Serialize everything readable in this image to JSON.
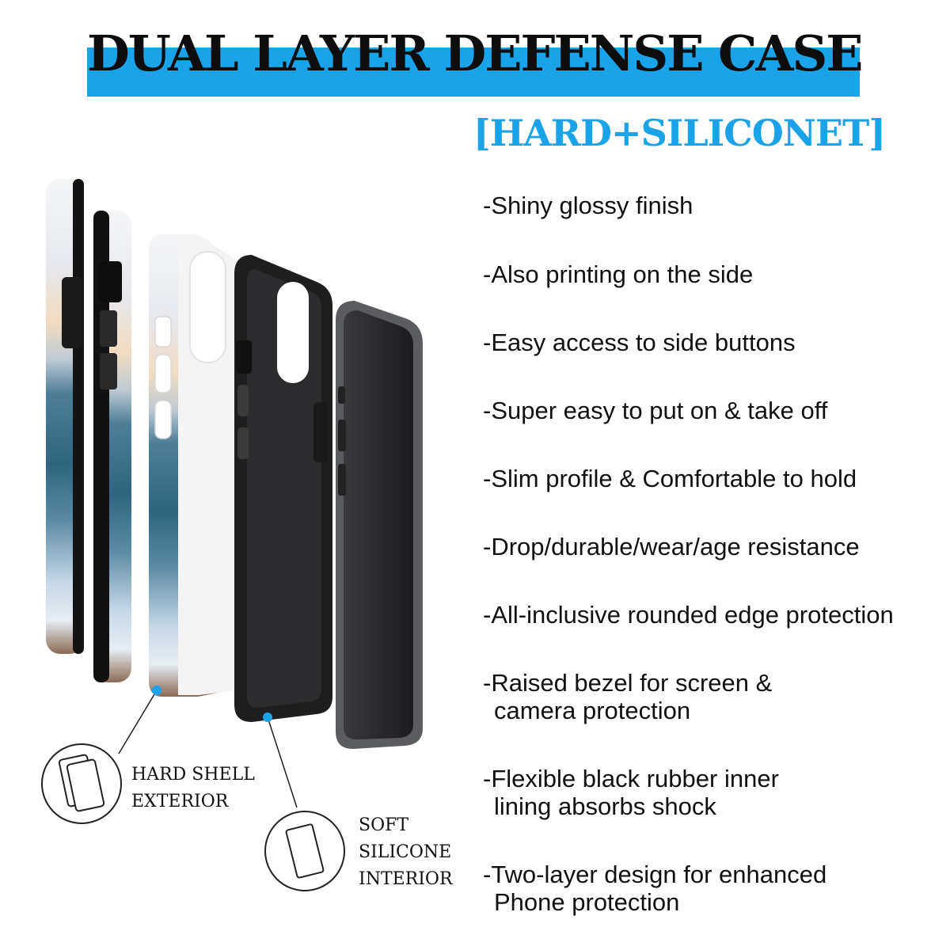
{
  "header": {
    "title": "DUAL LAYER DEFENSE CASE",
    "subtitle": "[HARD+SILICONET]",
    "accent_color": "#1aa3e8"
  },
  "features": [
    {
      "line1": "-Shiny glossy finish",
      "line2": ""
    },
    {
      "line1": "-Also printing on the side",
      "line2": ""
    },
    {
      "line1": "-Easy access to side buttons",
      "line2": ""
    },
    {
      "line1": "-Super easy to put on & take off",
      "line2": ""
    },
    {
      "line1": "-Slim profile & Comfortable to hold",
      "line2": ""
    },
    {
      "line1": "-Drop/durable/wear/age resistance",
      "line2": ""
    },
    {
      "line1": "-All-inclusive rounded edge protection",
      "line2": ""
    },
    {
      "line1": "-Raised bezel for screen &",
      "line2": "camera protection"
    },
    {
      "line1": "-Flexible black rubber inner",
      "line2": "lining absorbs shock"
    },
    {
      "line1": "-Two-layer design for enhanced",
      "line2": "Phone protection"
    }
  ],
  "callouts": {
    "hard_shell": {
      "line1": "HARD SHELL",
      "line2": "EXTERIOR",
      "icon": "hard-shell-icon"
    },
    "soft_silicone": {
      "line1": "SOFT",
      "line2": "SILICONE",
      "line3": "INTERIOR",
      "icon": "silicone-layer-icon"
    }
  }
}
